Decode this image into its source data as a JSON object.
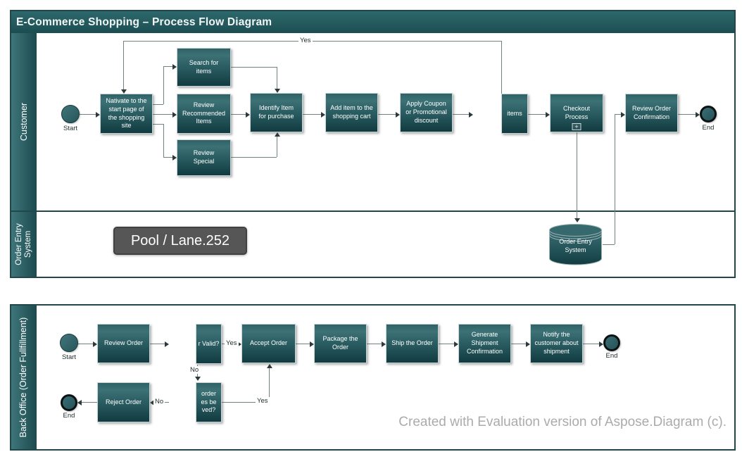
{
  "tooltip": "Pool / Lane.252",
  "watermark": "Created with Evaluation version of Aspose.Diagram (c).",
  "colors": {
    "pool_teal": "#245a5e",
    "task_teal_top": "#3c7175",
    "task_teal_bottom": "#113b40",
    "line": "#6f8182",
    "arrowhead": "#2c3a3c",
    "tooltip_bg": "#565656",
    "watermark": "#ababab"
  },
  "pools": [
    {
      "title": "E-Commerce Shopping – Process Flow Diagram",
      "lanes": [
        {
          "label": "Customer"
        },
        {
          "label": "Order Entry System"
        }
      ],
      "nodes": {
        "start": {
          "type": "start-event",
          "label": "Start"
        },
        "navigate": {
          "type": "task",
          "label": "Nativate to the\nstart page of\nthe shopping\nsite"
        },
        "search": {
          "type": "task",
          "label": "Search for\nitems"
        },
        "review_recommended": {
          "type": "task",
          "label": "Review\nRecommended\nItems"
        },
        "review_special": {
          "type": "task",
          "label": "Review\nSpecial"
        },
        "identify": {
          "type": "task",
          "label": "Identify Item\nfor purchase"
        },
        "add_item": {
          "type": "task",
          "label": "Add item to the\nshopping cart"
        },
        "apply_coupon": {
          "type": "task",
          "label": "Apply Coupon\nor Promotional\ndiscount"
        },
        "items": {
          "type": "task",
          "label": "items"
        },
        "checkout": {
          "type": "subprocess",
          "label": "Checkout\nProcess",
          "marker": "+"
        },
        "review_confirmation": {
          "type": "task",
          "label": "Review Order\nConfirmation"
        },
        "end": {
          "type": "end-event",
          "label": "End"
        },
        "order_entry_db": {
          "type": "data-store",
          "label": "Order Entry\nSystem"
        }
      },
      "edge_labels": {
        "repeat_yes": "Yes"
      }
    },
    {
      "lanes": [
        {
          "label": "Back Office (Order Fullfillment)"
        }
      ],
      "nodes": {
        "start": {
          "type": "start-event",
          "label": "Start"
        },
        "review_order": {
          "type": "task",
          "label": "Review Order"
        },
        "order_valid": {
          "type": "task",
          "label": "r Valid?"
        },
        "accept_order": {
          "type": "task",
          "label": "Accept Order"
        },
        "package_order": {
          "type": "task",
          "label": "Package the Order"
        },
        "ship_order": {
          "type": "task",
          "label": "Ship the Order"
        },
        "generate_confirmation": {
          "type": "task",
          "label": "Generate\nShipment\nConfirmation"
        },
        "notify_customer": {
          "type": "task",
          "label": "Notify the\ncustomer about\nshipment"
        },
        "end_shipped": {
          "type": "end-event",
          "label": "End"
        },
        "reject_order": {
          "type": "task",
          "label": "Reject Order"
        },
        "end_rejected": {
          "type": "end-event",
          "label": "End"
        },
        "resolve": {
          "type": "task",
          "label": "order\nes be\nved?"
        }
      },
      "edge_labels": {
        "valid_yes": "Yes",
        "valid_no": "No",
        "resolve_yes": "Yes",
        "reject_no": "No"
      }
    }
  ]
}
